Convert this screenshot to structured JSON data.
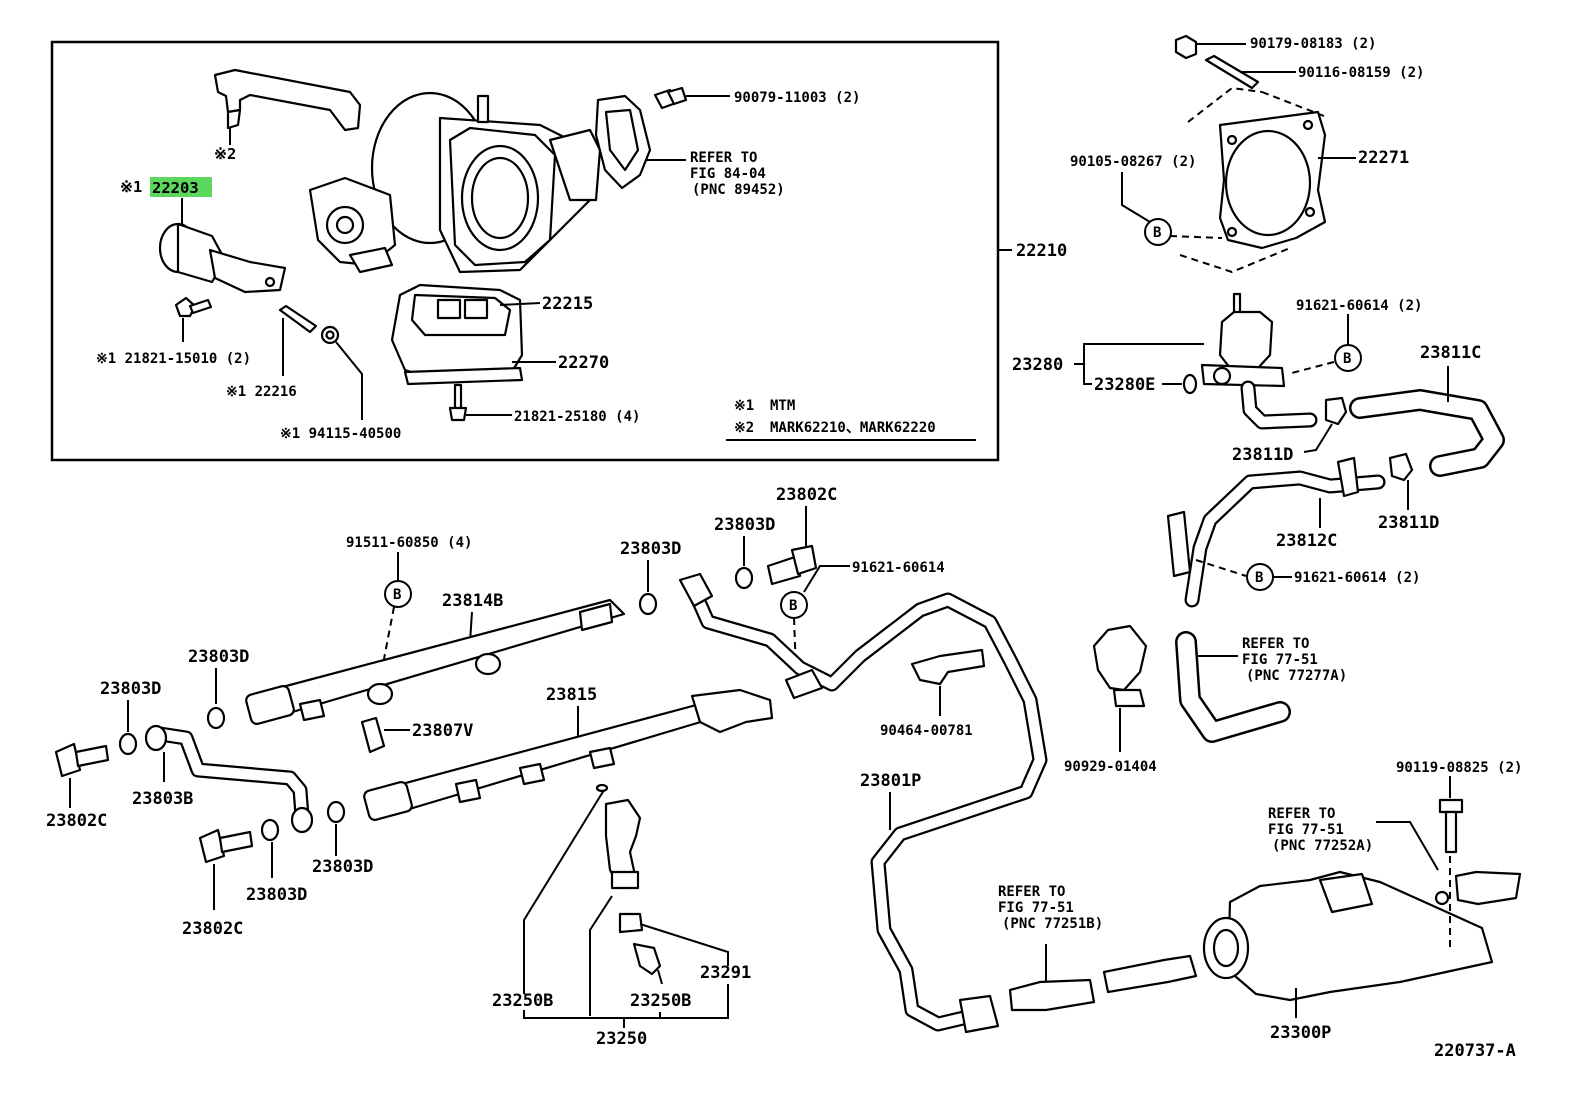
{
  "diagram_id": "220737-A",
  "highlighted_part": "22203",
  "highlight_color": "#5cd65c",
  "inset_box_part": "22210",
  "bolt_marker": "B",
  "legend": [
    {
      "mark": "※1",
      "text": "MTM"
    },
    {
      "mark": "※2",
      "text": "MARK62210、MARK62220"
    }
  ],
  "refers": [
    {
      "line1": "REFER TO",
      "line2": "FIG 84-04",
      "line3": "(PNC 89452)"
    },
    {
      "line1": "REFER TO",
      "line2": "FIG 77-51",
      "line3": "(PNC 77277A)"
    },
    {
      "line1": "REFER TO",
      "line2": "FIG 77-51",
      "line3": "(PNC 77252A)"
    },
    {
      "line1": "REFER TO",
      "line2": "FIG 77-51",
      "line3": "(PNC 77251B)"
    }
  ],
  "labels": {
    "p22203_mark": "※1",
    "p22203": "22203",
    "p_mark2": "※2",
    "p21821_15010": "※1 21821-15010 (2)",
    "p22216": "※1 22216",
    "p94115": "※1 94115-40500",
    "p90079": "90079-11003 (2)",
    "p22215": "22215",
    "p22270": "22270",
    "p21821_25180": "21821-25180 (4)",
    "p22210": "22210",
    "p90179": "90179-08183 (2)",
    "p90116": "90116-08159 (2)",
    "p90105": "90105-08267 (2)",
    "p22271": "22271",
    "p91621_top": "91621-60614 (2)",
    "p23280": "23280",
    "p23280E": "23280E",
    "p23811C": "23811C",
    "p23811D_a": "23811D",
    "p23811D_b": "23811D",
    "p23812C": "23812C",
    "p91621_right": "91621-60614 (2)",
    "p23802C_top": "23802C",
    "p23803D_top": "23803D",
    "p91621_mid": "91621-60614",
    "p23803D_mid": "23803D",
    "p91511": "91511-60850 (4)",
    "p23814B": "23814B",
    "p23803D_left": "23803D",
    "p23803D_far": "23803D",
    "p23815": "23815",
    "p23807V": "23807V",
    "p90464": "90464-00781",
    "p90929": "90929-01404",
    "p23802C_left": "23802C",
    "p23803B": "23803B",
    "p23803D_bot": "23803D",
    "p23803D_bot2": "23803D",
    "p23802C_bot": "23802C",
    "p23801P": "23801P",
    "p90119": "90119-08825 (2)",
    "p23291": "23291",
    "p23250B_a": "23250B",
    "p23250B_b": "23250B",
    "p23250": "23250",
    "p23300P": "23300P"
  }
}
